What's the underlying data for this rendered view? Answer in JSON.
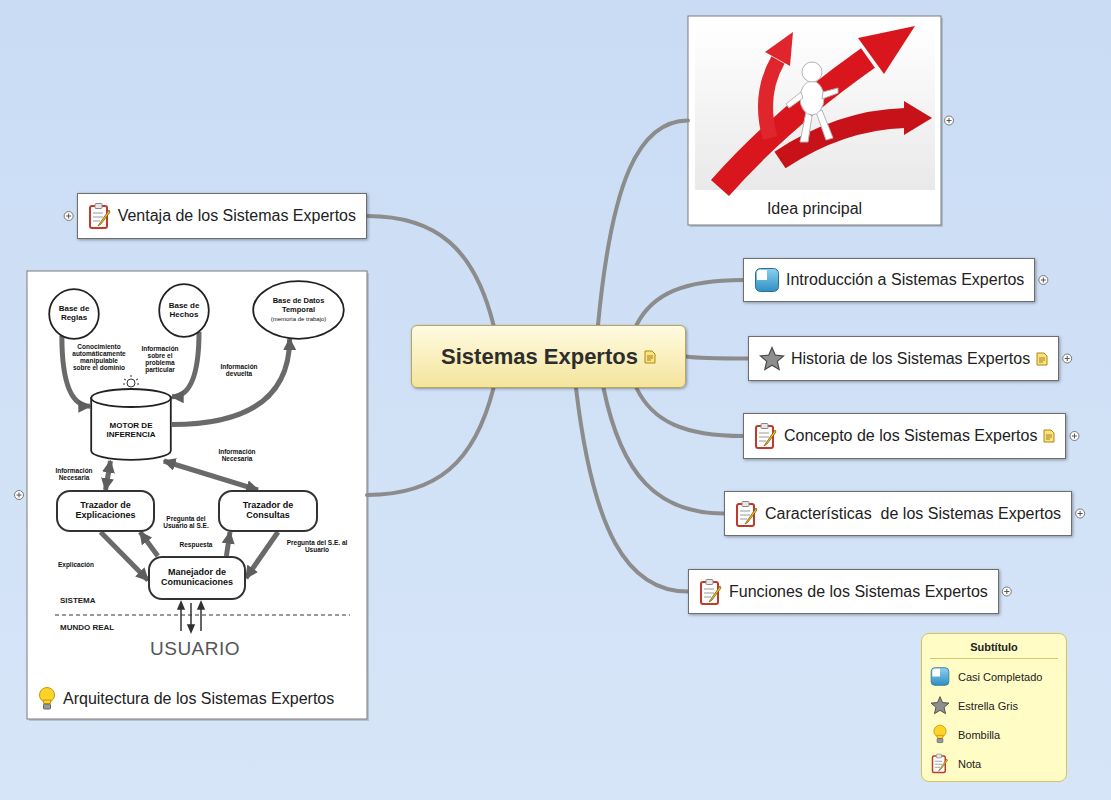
{
  "diagram": {
    "nodes": [
      {
        "text": [
          "Sistemas Expertos"
        ]
      },
      {
        "text": [
          "Idea principal"
        ]
      },
      {
        "text": [
          "Introducción a Sistemas Expertos"
        ]
      },
      {
        "text": [
          "Historia de los Sistemas Expertos"
        ]
      },
      {
        "text": [
          "Concepto de los Sistemas Expertos"
        ]
      },
      {
        "text": [
          "Características  de los Sistemas Expertos"
        ]
      },
      {
        "text": [
          "Funciones de los Sistemas Expertos"
        ]
      },
      {
        "text": [
          "Ventaja de los Sistemas Expertos"
        ]
      },
      {
        "text": [
          "Arquitectura de los Sistemas Expertos"
        ]
      },
      {
        "text": [
          "Base de Reglas"
        ],
        "in": 8
      },
      {
        "text": [
          "Base de Hechos"
        ],
        "in": 8
      },
      {
        "text": [
          "Base de Datos Temporal",
          "(memoria de trabajo)"
        ],
        "in": 8
      },
      {
        "text": [
          "MOTOR DE INFERENCIA"
        ],
        "in": 8
      },
      {
        "text": [
          "Trazador de Explicaciones"
        ],
        "in": 8
      },
      {
        "text": [
          "Trazador de Consultas"
        ],
        "in": 8
      },
      {
        "text": [
          "Manejador de Comunicaciones"
        ],
        "in": 8
      }
    ],
    "edges": [
      {
        "from": 0,
        "to": 1,
        "arrow": "none"
      },
      {
        "from": 0,
        "to": 2,
        "arrow": "none"
      },
      {
        "from": 0,
        "to": 3,
        "arrow": "none"
      },
      {
        "from": 0,
        "to": 4,
        "arrow": "none"
      },
      {
        "from": 0,
        "to": 5,
        "arrow": "none"
      },
      {
        "from": 0,
        "to": 6,
        "arrow": "none"
      },
      {
        "from": 0,
        "to": 7,
        "arrow": "none"
      },
      {
        "from": 0,
        "to": 8,
        "arrow": "none"
      },
      {
        "from": 9,
        "to": 12,
        "arrow": "to",
        "label": "Conocimiento automáticamente manipulable sobre el dominio"
      },
      {
        "from": 10,
        "to": 12,
        "arrow": "to",
        "label": "Información sobre el problema particular"
      },
      {
        "from": 12,
        "to": 11,
        "arrow": "to",
        "label": "Información devuelta"
      },
      {
        "from": 12,
        "to": 13,
        "arrow": "both",
        "label": "Información Necesaria"
      },
      {
        "from": 12,
        "to": 14,
        "arrow": "both",
        "label": "Información Necesaria"
      },
      {
        "from": 13,
        "to": 15,
        "arrow": "to",
        "label": "Explicación"
      },
      {
        "from": 15,
        "to": 13,
        "arrow": "to",
        "label": "Pregunta del Usuario al S.E."
      },
      {
        "from": 15,
        "to": 14,
        "arrow": "to",
        "label": "Respuesta"
      },
      {
        "from": 14,
        "to": 15,
        "arrow": "to",
        "label": "Pregunta del S.E. al Usuario"
      }
    ],
    "labels": [
      "Subtítulo",
      "SISTEMA",
      "MUNDO REAL",
      "USUARIO"
    ],
    "legend": [
      {
        "text": "Casi Completado"
      },
      {
        "text": "Estrella Gris"
      },
      {
        "text": "Bombilla"
      },
      {
        "text": "Nota"
      }
    ]
  }
}
